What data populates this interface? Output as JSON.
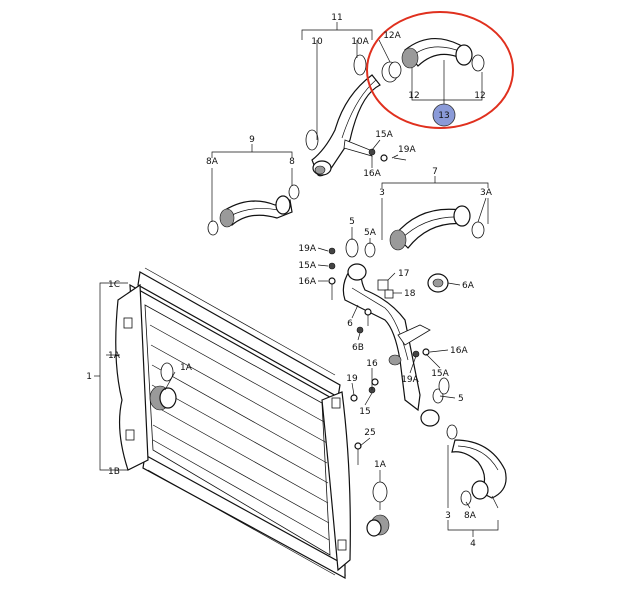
{
  "callouts": {
    "c11": "11",
    "c12A": "12A",
    "c10": "10",
    "c10A": "10A",
    "c12a": "12",
    "c12b": "12",
    "c13": "13",
    "c15A_top": "15A",
    "c19A_top": "19A",
    "c16A_top": "16A",
    "c9": "9",
    "c8A_left": "8A",
    "c8_left": "8",
    "c3_top": "3",
    "c7": "7",
    "c3A": "3A",
    "c5_mid": "5",
    "c5A": "5A",
    "c19A_mid": "19A",
    "c15A_mid": "15A",
    "c16A_mid": "16A",
    "c17": "17",
    "c18": "18",
    "c6A": "6A",
    "c6": "6",
    "c6B": "6B",
    "c16": "16",
    "c16A_right": "16A",
    "c19A_right": "19A",
    "c15A_right": "15A",
    "c19": "19",
    "c15": "15",
    "c5_low": "5",
    "c25": "25",
    "c1C": "1C",
    "c1A_side": "1A",
    "c1": "1",
    "c1A_inner": "1A",
    "c1B": "1B",
    "c1A_low": "1A",
    "c3_low": "3",
    "c8A_low": "8A",
    "c4": "4"
  },
  "highlight": {
    "ring_color": "#e0301e",
    "badge_color": "#8a9ad8"
  }
}
